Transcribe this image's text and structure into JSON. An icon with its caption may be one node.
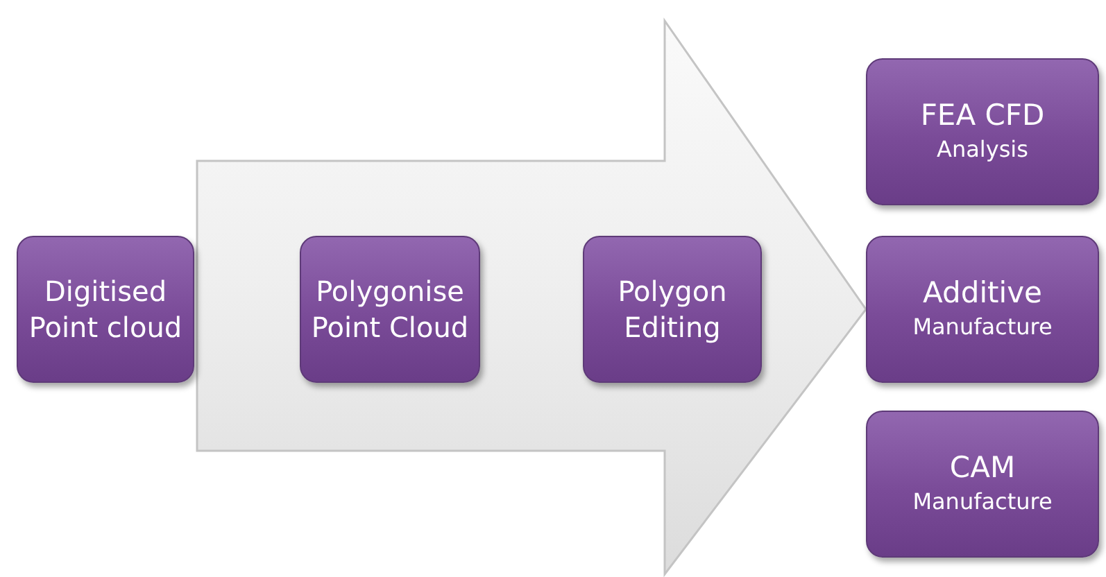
{
  "diagram": {
    "nodes": [
      {
        "text": [
          "Digitised Point cloud"
        ]
      },
      {
        "text": [
          "Polygonise Point Cloud"
        ]
      },
      {
        "text": [
          "Polygon Editing"
        ]
      },
      {
        "text": [
          "FEA CFD",
          "Analysis"
        ]
      },
      {
        "text": [
          "Additive",
          "Manufacture"
        ]
      },
      {
        "text": [
          "CAM",
          "Manufacture"
        ]
      }
    ],
    "edges": [
      {
        "from": 0,
        "to": 4,
        "arrow": "to"
      }
    ]
  }
}
